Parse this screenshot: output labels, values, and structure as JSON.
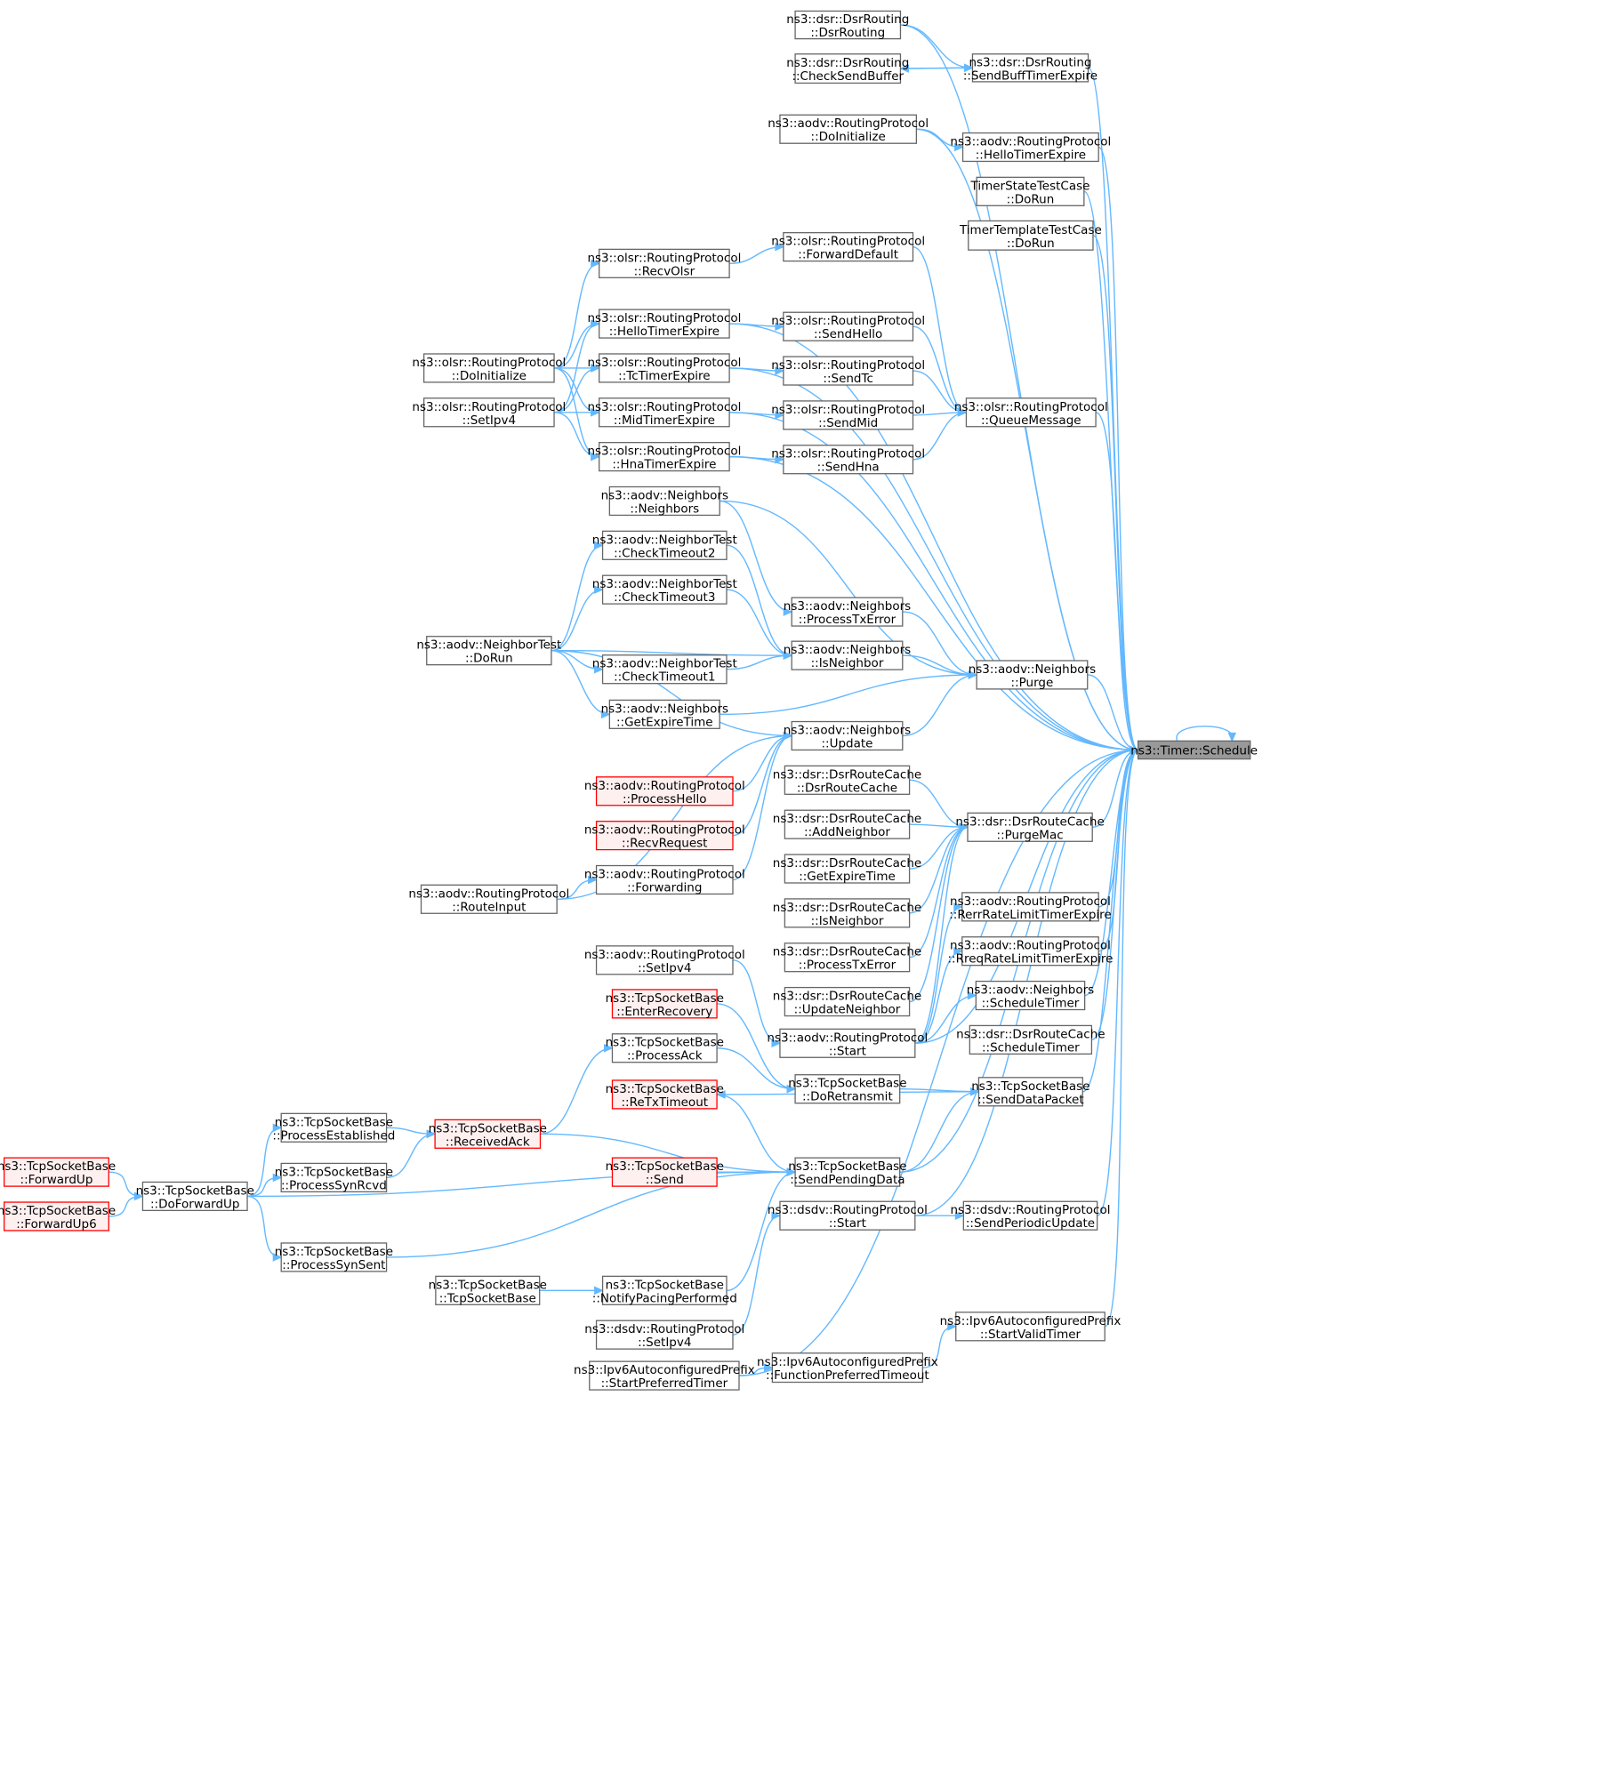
{
  "colors": {
    "edge": "#63b8ff",
    "node_border": "#666666",
    "node_fill": "#ffffff",
    "highlight_fill": "#fff0f0",
    "highlight_border": "#ff0000",
    "root_fill": "#999999"
  },
  "nodes": [
    {
      "id": "root",
      "lines": [
        "ns3::Timer::Schedule"
      ],
      "style": "root"
    },
    {
      "id": "dsr_ctor",
      "lines": [
        "ns3::dsr::DsrRouting",
        "::DsrRouting"
      ],
      "style": "normal"
    },
    {
      "id": "dsr_sendbuff",
      "lines": [
        "ns3::dsr::DsrRouting",
        "::SendBuffTimerExpire"
      ],
      "style": "normal"
    },
    {
      "id": "dsr_checksend",
      "lines": [
        "ns3::dsr::DsrRouting",
        "::CheckSendBuffer"
      ],
      "style": "normal"
    },
    {
      "id": "aodv_doinit",
      "lines": [
        "ns3::aodv::RoutingProtocol",
        "::DoInitialize"
      ],
      "style": "normal"
    },
    {
      "id": "aodv_hello",
      "lines": [
        "ns3::aodv::RoutingProtocol",
        "::HelloTimerExpire"
      ],
      "style": "normal"
    },
    {
      "id": "timerstate",
      "lines": [
        "TimerStateTestCase",
        "::DoRun"
      ],
      "style": "normal"
    },
    {
      "id": "timertemplate",
      "lines": [
        "TimerTemplateTestCase",
        "::DoRun"
      ],
      "style": "normal"
    },
    {
      "id": "olsr_fwddefault",
      "lines": [
        "ns3::olsr::RoutingProtocol",
        "::ForwardDefault"
      ],
      "style": "normal"
    },
    {
      "id": "olsr_recvolsr",
      "lines": [
        "ns3::olsr::RoutingProtocol",
        "::RecvOlsr"
      ],
      "style": "normal"
    },
    {
      "id": "olsr_hellotimer",
      "lines": [
        "ns3::olsr::RoutingProtocol",
        "::HelloTimerExpire"
      ],
      "style": "normal"
    },
    {
      "id": "olsr_sendhello",
      "lines": [
        "ns3::olsr::RoutingProtocol",
        "::SendHello"
      ],
      "style": "normal"
    },
    {
      "id": "olsr_doinit",
      "lines": [
        "ns3::olsr::RoutingProtocol",
        "::DoInitialize"
      ],
      "style": "normal"
    },
    {
      "id": "olsr_tctimer",
      "lines": [
        "ns3::olsr::RoutingProtocol",
        "::TcTimerExpire"
      ],
      "style": "normal"
    },
    {
      "id": "olsr_sendtc",
      "lines": [
        "ns3::olsr::RoutingProtocol",
        "::SendTc"
      ],
      "style": "normal"
    },
    {
      "id": "olsr_setipv4",
      "lines": [
        "ns3::olsr::RoutingProtocol",
        "::SetIpv4"
      ],
      "style": "normal"
    },
    {
      "id": "olsr_midtimer",
      "lines": [
        "ns3::olsr::RoutingProtocol",
        "::MidTimerExpire"
      ],
      "style": "normal"
    },
    {
      "id": "olsr_sendmid",
      "lines": [
        "ns3::olsr::RoutingProtocol",
        "::SendMid"
      ],
      "style": "normal"
    },
    {
      "id": "olsr_queuemsg",
      "lines": [
        "ns3::olsr::RoutingProtocol",
        "::QueueMessage"
      ],
      "style": "normal"
    },
    {
      "id": "olsr_hnatimer",
      "lines": [
        "ns3::olsr::RoutingProtocol",
        "::HnaTimerExpire"
      ],
      "style": "normal"
    },
    {
      "id": "olsr_sendhna",
      "lines": [
        "ns3::olsr::RoutingProtocol",
        "::SendHna"
      ],
      "style": "normal"
    },
    {
      "id": "nb_ctor",
      "lines": [
        "ns3::aodv::Neighbors",
        "::Neighbors"
      ],
      "style": "normal"
    },
    {
      "id": "nt_check2",
      "lines": [
        "ns3::aodv::NeighborTest",
        "::CheckTimeout2"
      ],
      "style": "normal"
    },
    {
      "id": "nt_check3",
      "lines": [
        "ns3::aodv::NeighborTest",
        "::CheckTimeout3"
      ],
      "style": "normal"
    },
    {
      "id": "nb_txerror",
      "lines": [
        "ns3::aodv::Neighbors",
        "::ProcessTxError"
      ],
      "style": "normal"
    },
    {
      "id": "nt_dorun",
      "lines": [
        "ns3::aodv::NeighborTest",
        "::DoRun"
      ],
      "style": "normal"
    },
    {
      "id": "nb_isneighbor",
      "lines": [
        "ns3::aodv::Neighbors",
        "::IsNeighbor"
      ],
      "style": "normal"
    },
    {
      "id": "nt_check1",
      "lines": [
        "ns3::aodv::NeighborTest",
        "::CheckTimeout1"
      ],
      "style": "normal"
    },
    {
      "id": "nb_purge",
      "lines": [
        "ns3::aodv::Neighbors",
        "::Purge"
      ],
      "style": "normal"
    },
    {
      "id": "nb_expire",
      "lines": [
        "ns3::aodv::Neighbors",
        "::GetExpireTime"
      ],
      "style": "normal"
    },
    {
      "id": "nb_update",
      "lines": [
        "ns3::aodv::Neighbors",
        "::Update"
      ],
      "style": "normal"
    },
    {
      "id": "aodv_prochello",
      "lines": [
        "ns3::aodv::RoutingProtocol",
        "::ProcessHello"
      ],
      "style": "red"
    },
    {
      "id": "drc_ctor",
      "lines": [
        "ns3::dsr::DsrRouteCache",
        "::DsrRouteCache"
      ],
      "style": "normal"
    },
    {
      "id": "aodv_recvreq",
      "lines": [
        "ns3::aodv::RoutingProtocol",
        "::RecvRequest"
      ],
      "style": "red"
    },
    {
      "id": "drc_addnb",
      "lines": [
        "ns3::dsr::DsrRouteCache",
        "::AddNeighbor"
      ],
      "style": "normal"
    },
    {
      "id": "drc_purgemac",
      "lines": [
        "ns3::dsr::DsrRouteCache",
        "::PurgeMac"
      ],
      "style": "normal"
    },
    {
      "id": "aodv_fwd",
      "lines": [
        "ns3::aodv::RoutingProtocol",
        "::Forwarding"
      ],
      "style": "normal"
    },
    {
      "id": "drc_expire",
      "lines": [
        "ns3::dsr::DsrRouteCache",
        "::GetExpireTime"
      ],
      "style": "normal"
    },
    {
      "id": "aodv_routeinput",
      "lines": [
        "ns3::aodv::RoutingProtocol",
        "::RouteInput"
      ],
      "style": "normal"
    },
    {
      "id": "drc_isnb",
      "lines": [
        "ns3::dsr::DsrRouteCache",
        "::IsNeighbor"
      ],
      "style": "normal"
    },
    {
      "id": "aodv_rerr",
      "lines": [
        "ns3::aodv::RoutingProtocol",
        "::RerrRateLimitTimerExpire"
      ],
      "style": "normal"
    },
    {
      "id": "aodv_setipv4",
      "lines": [
        "ns3::aodv::RoutingProtocol",
        "::SetIpv4"
      ],
      "style": "normal"
    },
    {
      "id": "drc_txerror",
      "lines": [
        "ns3::dsr::DsrRouteCache",
        "::ProcessTxError"
      ],
      "style": "normal"
    },
    {
      "id": "aodv_rreq",
      "lines": [
        "ns3::aodv::RoutingProtocol",
        "::RreqRateLimitTimerExpire"
      ],
      "style": "normal"
    },
    {
      "id": "tsb_enterrec",
      "lines": [
        "ns3::TcpSocketBase",
        "::EnterRecovery"
      ],
      "style": "red"
    },
    {
      "id": "drc_updnb",
      "lines": [
        "ns3::dsr::DsrRouteCache",
        "::UpdateNeighbor"
      ],
      "style": "normal"
    },
    {
      "id": "nb_schedtimer",
      "lines": [
        "ns3::aodv::Neighbors",
        "::ScheduleTimer"
      ],
      "style": "normal"
    },
    {
      "id": "aodv_start",
      "lines": [
        "ns3::aodv::RoutingProtocol",
        "::Start"
      ],
      "style": "normal"
    },
    {
      "id": "drc_schedtimer",
      "lines": [
        "ns3::dsr::DsrRouteCache",
        "::ScheduleTimer"
      ],
      "style": "normal"
    },
    {
      "id": "tsb_procack",
      "lines": [
        "ns3::TcpSocketBase",
        "::ProcessAck"
      ],
      "style": "normal"
    },
    {
      "id": "tsb_doretx",
      "lines": [
        "ns3::TcpSocketBase",
        "::DoRetransmit"
      ],
      "style": "normal"
    },
    {
      "id": "tsb_senddata",
      "lines": [
        "ns3::TcpSocketBase",
        "::SendDataPacket"
      ],
      "style": "normal"
    },
    {
      "id": "tsb_retxtimeout",
      "lines": [
        "ns3::TcpSocketBase",
        "::ReTxTimeout"
      ],
      "style": "red"
    },
    {
      "id": "tsb_procest",
      "lines": [
        "ns3::TcpSocketBase",
        "::ProcessEstablished"
      ],
      "style": "normal"
    },
    {
      "id": "tsb_recvack",
      "lines": [
        "ns3::TcpSocketBase",
        "::ReceivedAck"
      ],
      "style": "red"
    },
    {
      "id": "tsb_fwdup",
      "lines": [
        "ns3::TcpSocketBase",
        "::ForwardUp"
      ],
      "style": "red"
    },
    {
      "id": "tsb_sendpending",
      "lines": [
        "ns3::TcpSocketBase",
        "::SendPendingData"
      ],
      "style": "normal"
    },
    {
      "id": "tsb_dofwdup",
      "lines": [
        "ns3::TcpSocketBase",
        "::DoForwardUp"
      ],
      "style": "normal"
    },
    {
      "id": "tsb_procsynrcvd",
      "lines": [
        "ns3::TcpSocketBase",
        "::ProcessSynRcvd"
      ],
      "style": "normal"
    },
    {
      "id": "tsb_send",
      "lines": [
        "ns3::TcpSocketBase",
        "::Send"
      ],
      "style": "red"
    },
    {
      "id": "dsdv_start",
      "lines": [
        "ns3::dsdv::RoutingProtocol",
        "::Start"
      ],
      "style": "normal"
    },
    {
      "id": "dsdv_periodic",
      "lines": [
        "ns3::dsdv::RoutingProtocol",
        "::SendPeriodicUpdate"
      ],
      "style": "normal"
    },
    {
      "id": "tsb_fwdup6",
      "lines": [
        "ns3::TcpSocketBase",
        "::ForwardUp6"
      ],
      "style": "red"
    },
    {
      "id": "tsb_procsynsent",
      "lines": [
        "ns3::TcpSocketBase",
        "::ProcessSynSent"
      ],
      "style": "normal"
    },
    {
      "id": "tsb_ctor",
      "lines": [
        "ns3::TcpSocketBase",
        "::TcpSocketBase"
      ],
      "style": "normal"
    },
    {
      "id": "tsb_pacing",
      "lines": [
        "ns3::TcpSocketBase",
        "::NotifyPacingPerformed"
      ],
      "style": "normal"
    },
    {
      "id": "dsdv_setipv4",
      "lines": [
        "ns3::dsdv::RoutingProtocol",
        "::SetIpv4"
      ],
      "style": "normal"
    },
    {
      "id": "ip6_startvalid",
      "lines": [
        "ns3::Ipv6AutoconfiguredPrefix",
        "::StartValidTimer"
      ],
      "style": "normal"
    },
    {
      "id": "ip6_fnpref",
      "lines": [
        "ns3::Ipv6AutoconfiguredPrefix",
        "::FunctionPreferredTimeout"
      ],
      "style": "normal"
    },
    {
      "id": "ip6_startpref",
      "lines": [
        "ns3::Ipv6AutoconfiguredPrefix",
        "::StartPreferredTimer"
      ],
      "style": "normal"
    }
  ],
  "edges": [
    [
      "dsr_ctor",
      "root"
    ],
    [
      "dsr_ctor",
      "dsr_sendbuff"
    ],
    [
      "dsr_sendbuff",
      "dsr_checksend"
    ],
    [
      "dsr_checksend",
      "dsr_sendbuff"
    ],
    [
      "dsr_sendbuff",
      "root"
    ],
    [
      "aodv_doinit",
      "root"
    ],
    [
      "aodv_doinit",
      "aodv_hello"
    ],
    [
      "aodv_hello",
      "root"
    ],
    [
      "timerstate",
      "root"
    ],
    [
      "timertemplate",
      "root"
    ],
    [
      "olsr_doinit",
      "olsr_recvolsr"
    ],
    [
      "olsr_recvolsr",
      "olsr_fwddefault"
    ],
    [
      "olsr_fwddefault",
      "olsr_queuemsg"
    ],
    [
      "olsr_doinit",
      "olsr_hellotimer"
    ],
    [
      "olsr_setipv4",
      "olsr_hellotimer"
    ],
    [
      "olsr_hellotimer",
      "olsr_sendhello"
    ],
    [
      "olsr_hellotimer",
      "root"
    ],
    [
      "olsr_doinit",
      "olsr_tctimer"
    ],
    [
      "olsr_setipv4",
      "olsr_tctimer"
    ],
    [
      "olsr_tctimer",
      "olsr_sendtc"
    ],
    [
      "olsr_tctimer",
      "root"
    ],
    [
      "olsr_doinit",
      "olsr_midtimer"
    ],
    [
      "olsr_setipv4",
      "olsr_midtimer"
    ],
    [
      "olsr_midtimer",
      "olsr_sendmid"
    ],
    [
      "olsr_midtimer",
      "root"
    ],
    [
      "olsr_doinit",
      "olsr_hnatimer"
    ],
    [
      "olsr_setipv4",
      "olsr_hnatimer"
    ],
    [
      "olsr_hnatimer",
      "olsr_sendhna"
    ],
    [
      "olsr_hnatimer",
      "root"
    ],
    [
      "olsr_sendhello",
      "olsr_queuemsg"
    ],
    [
      "olsr_sendtc",
      "olsr_queuemsg"
    ],
    [
      "olsr_sendmid",
      "olsr_queuemsg"
    ],
    [
      "olsr_sendhna",
      "olsr_queuemsg"
    ],
    [
      "olsr_queuemsg",
      "root"
    ],
    [
      "nb_ctor",
      "nb_txerror"
    ],
    [
      "nb_ctor",
      "nb_purge"
    ],
    [
      "nt_dorun",
      "nt_check2"
    ],
    [
      "nt_dorun",
      "nt_check3"
    ],
    [
      "nt_dorun",
      "nb_isneighbor"
    ],
    [
      "nt_dorun",
      "nt_check1"
    ],
    [
      "nt_dorun",
      "nb_expire"
    ],
    [
      "nt_dorun",
      "nb_update"
    ],
    [
      "nt_check2",
      "nb_isneighbor"
    ],
    [
      "nt_check3",
      "nb_isneighbor"
    ],
    [
      "nt_check1",
      "nb_isneighbor"
    ],
    [
      "nb_txerror",
      "nb_purge"
    ],
    [
      "nb_isneighbor",
      "nb_purge"
    ],
    [
      "nb_expire",
      "nb_purge"
    ],
    [
      "nb_update",
      "nb_purge"
    ],
    [
      "nb_purge",
      "root"
    ],
    [
      "aodv_prochello",
      "nb_update"
    ],
    [
      "aodv_recvreq",
      "nb_update"
    ],
    [
      "aodv_fwd",
      "nb_update"
    ],
    [
      "aodv_routeinput",
      "aodv_fwd"
    ],
    [
      "aodv_routeinput",
      "nb_update"
    ],
    [
      "drc_ctor",
      "drc_purgemac"
    ],
    [
      "drc_addnb",
      "drc_purgemac"
    ],
    [
      "drc_expire",
      "drc_purgemac"
    ],
    [
      "drc_isnb",
      "drc_purgemac"
    ],
    [
      "drc_txerror",
      "drc_purgemac"
    ],
    [
      "drc_updnb",
      "drc_purgemac"
    ],
    [
      "drc_purgemac",
      "root"
    ],
    [
      "aodv_start",
      "drc_purgemac"
    ],
    [
      "aodv_start",
      "aodv_rerr"
    ],
    [
      "aodv_start",
      "aodv_rreq"
    ],
    [
      "aodv_start",
      "nb_schedtimer"
    ],
    [
      "aodv_start",
      "root"
    ],
    [
      "aodv_setipv4",
      "aodv_start"
    ],
    [
      "aodv_rerr",
      "root"
    ],
    [
      "aodv_rreq",
      "root"
    ],
    [
      "nb_schedtimer",
      "root"
    ],
    [
      "drc_schedtimer",
      "root"
    ],
    [
      "tsb_procack",
      "tsb_doretx"
    ],
    [
      "tsb_enterrec",
      "tsb_doretx"
    ],
    [
      "tsb_doretx",
      "tsb_senddata"
    ],
    [
      "tsb_senddata",
      "tsb_retxtimeout"
    ],
    [
      "tsb_senddata",
      "root"
    ],
    [
      "tsb_recvack",
      "tsb_procack"
    ],
    [
      "tsb_procest",
      "tsb_recvack"
    ],
    [
      "tsb_procsynrcvd",
      "tsb_recvack"
    ],
    [
      "tsb_recvack",
      "tsb_sendpending"
    ],
    [
      "tsb_retxtimeout",
      "tsb_sendpending"
    ],
    [
      "tsb_send",
      "tsb_sendpending"
    ],
    [
      "tsb_sendpending",
      "tsb_senddata"
    ],
    [
      "tsb_sendpending",
      "root"
    ],
    [
      "tsb_fwdup",
      "tsb_dofwdup"
    ],
    [
      "tsb_fwdup6",
      "tsb_dofwdup"
    ],
    [
      "tsb_dofwdup",
      "tsb_procest"
    ],
    [
      "tsb_dofwdup",
      "tsb_procsynrcvd"
    ],
    [
      "tsb_dofwdup",
      "tsb_procsynsent"
    ],
    [
      "tsb_dofwdup",
      "tsb_sendpending"
    ],
    [
      "tsb_procsynsent",
      "tsb_sendpending"
    ],
    [
      "tsb_ctor",
      "tsb_pacing"
    ],
    [
      "tsb_pacing",
      "tsb_sendpending"
    ],
    [
      "dsdv_setipv4",
      "dsdv_start"
    ],
    [
      "dsdv_start",
      "dsdv_periodic"
    ],
    [
      "dsdv_periodic",
      "root"
    ],
    [
      "dsdv_start",
      "root"
    ],
    [
      "ip6_startpref",
      "ip6_fnpref"
    ],
    [
      "ip6_fnpref",
      "ip6_startvalid"
    ],
    [
      "ip6_startvalid",
      "root"
    ],
    [
      "ip6_startpref",
      "root"
    ],
    [
      "root",
      "root"
    ]
  ]
}
